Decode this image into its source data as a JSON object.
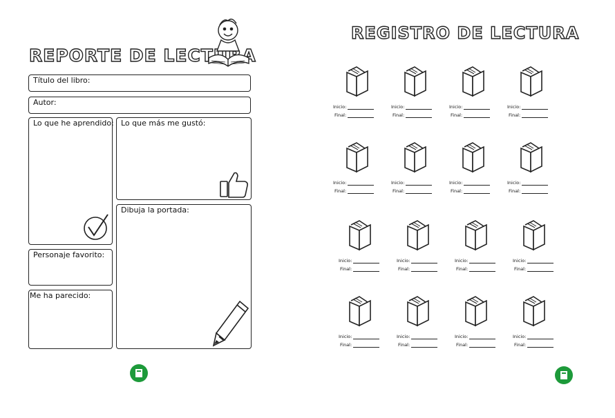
{
  "left_page": {
    "title": "REPORTE DE LECTURA",
    "fields": {
      "book_title": "Título del libro:",
      "author": "Autor:",
      "learned": "Lo que he aprendido:",
      "liked": "Lo que más me gustó:",
      "cover": "Dibuja la portada:",
      "favorite_character": "Personaje favorito:",
      "opinion": "Me ha parecido:"
    }
  },
  "right_page": {
    "title": "REGISTRO DE LECTURA",
    "labels": {
      "start": "Inicio:",
      "end": "Final:"
    }
  },
  "colors": {
    "logo": "#1d9a3a",
    "ink": "#222222"
  }
}
